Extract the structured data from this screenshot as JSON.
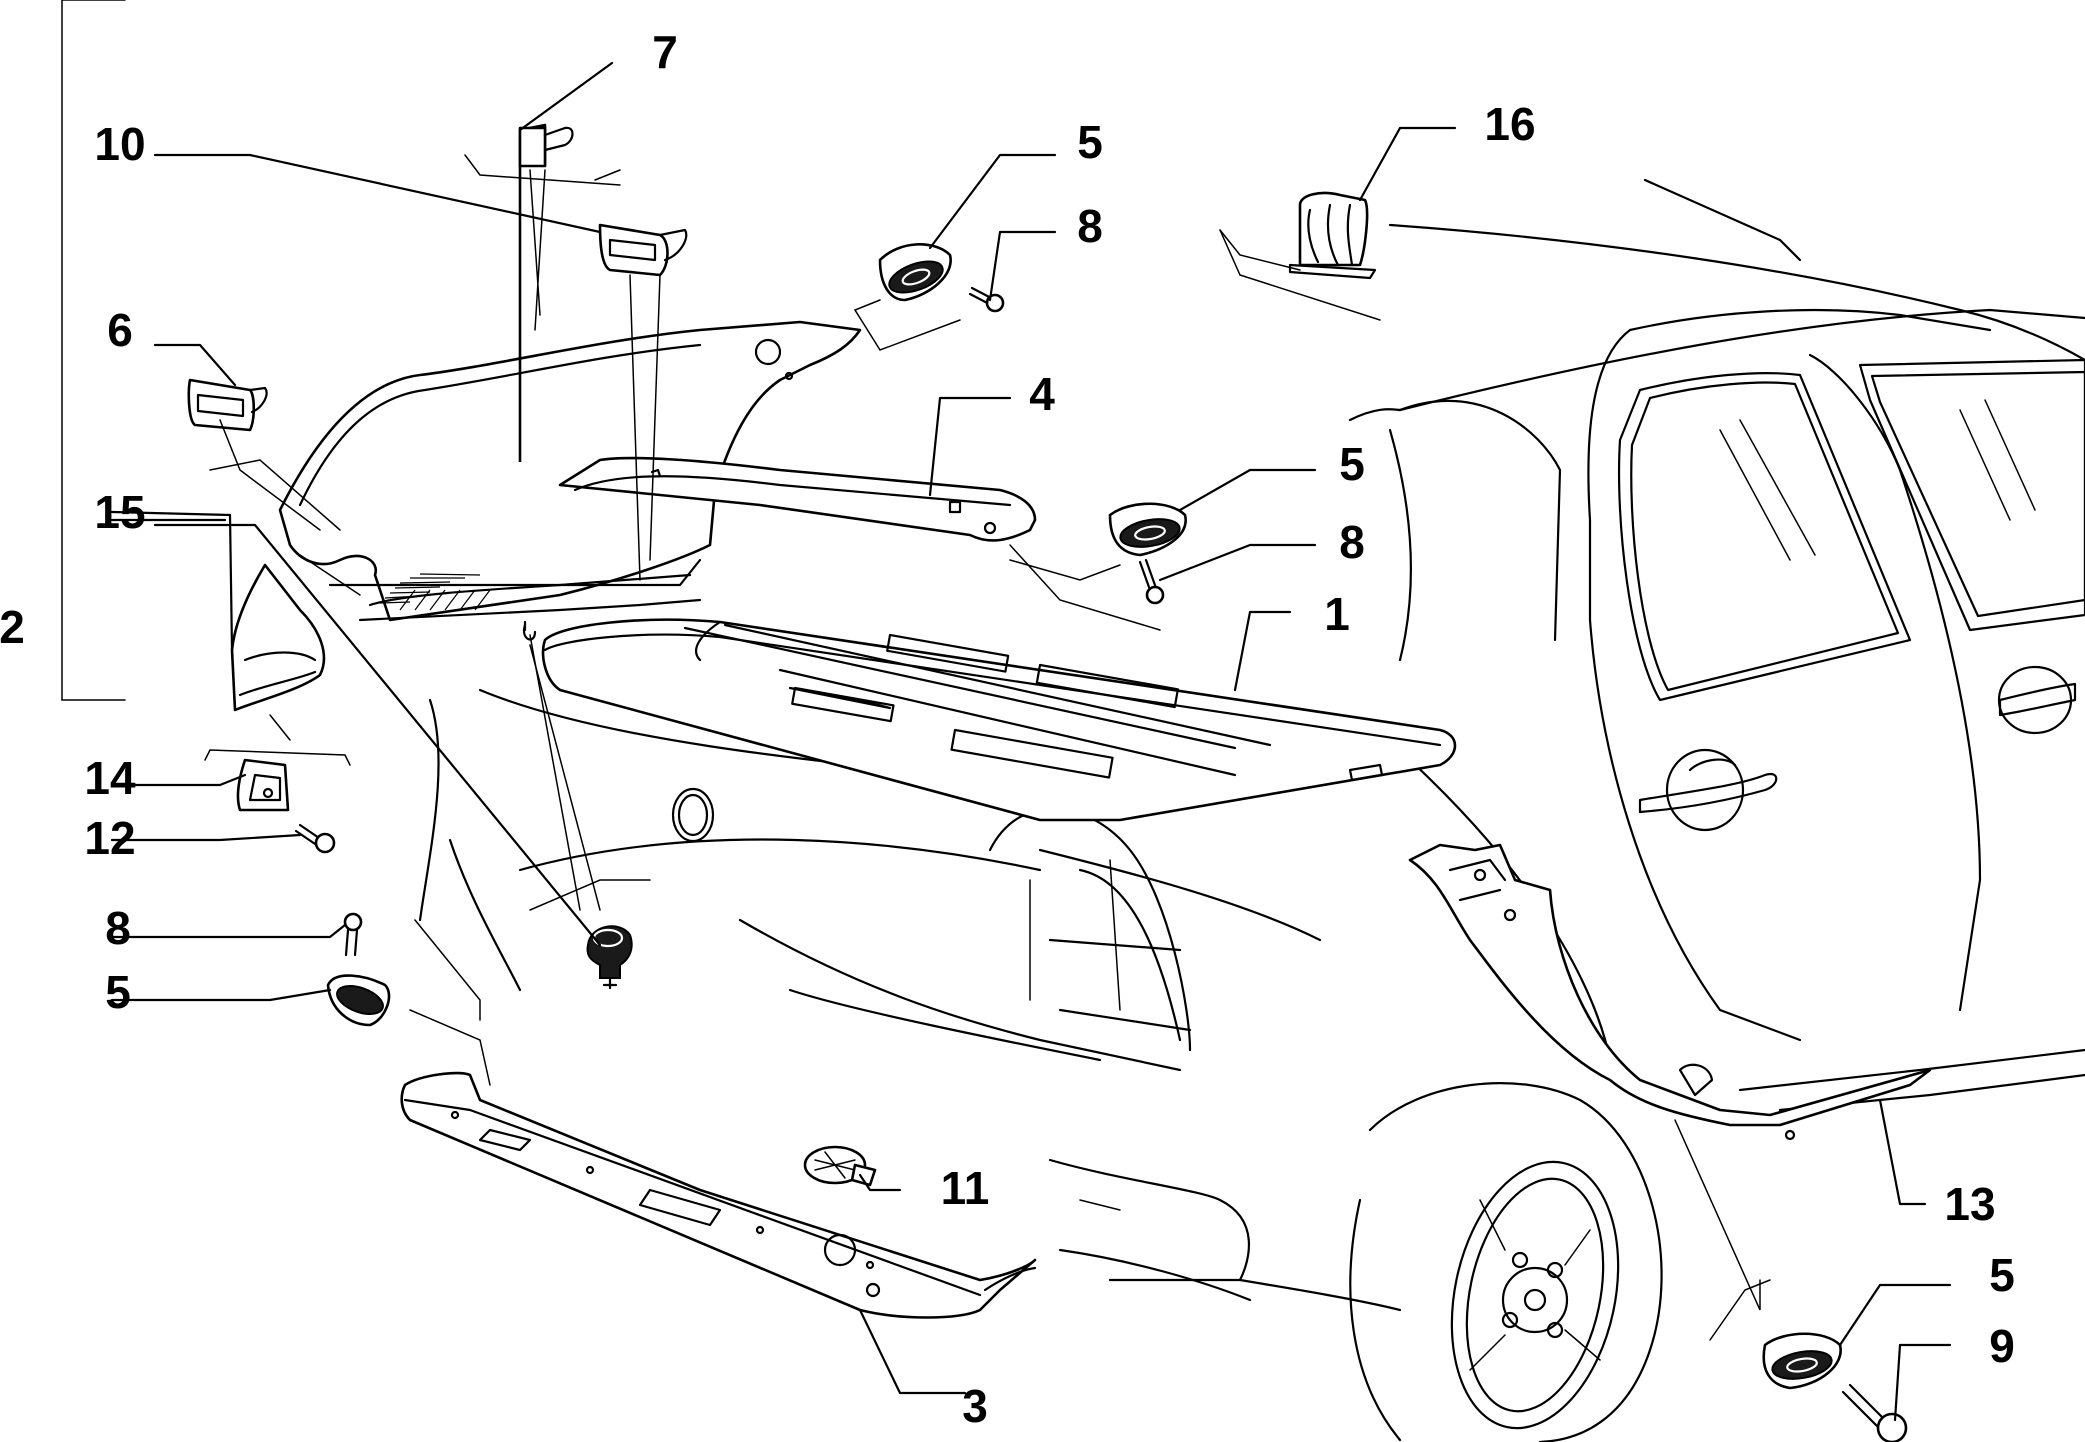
{
  "callouts": {
    "c1": "1",
    "c2": "2",
    "c3": "3",
    "c4": "4",
    "c5a": "5",
    "c5b": "5",
    "c5c": "5",
    "c5d": "5",
    "c6": "6",
    "c7": "7",
    "c8a": "8",
    "c8b": "8",
    "c8c": "8",
    "c9": "9",
    "c10": "10",
    "c11": "11",
    "c12": "12",
    "c13": "13",
    "c14": "14",
    "c15": "15",
    "c16": "16"
  }
}
